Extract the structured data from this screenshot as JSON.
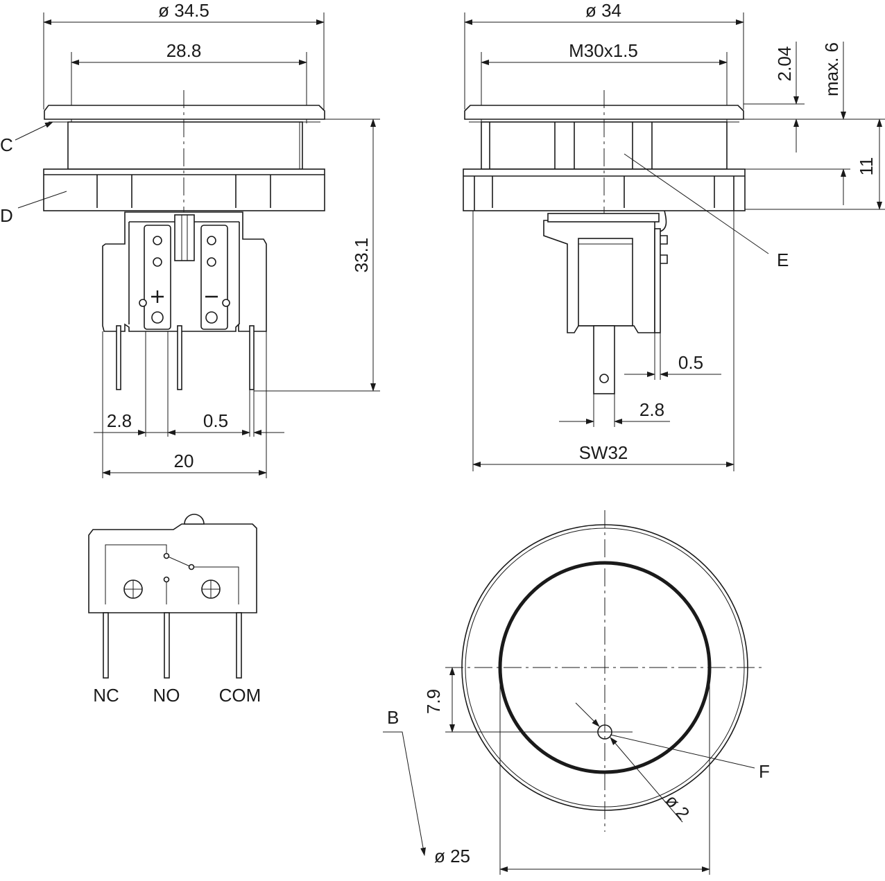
{
  "front_view": {
    "dim_outer_diameter": "ø 34.5",
    "dim_bezel_width": "28.8",
    "dim_height": "33.1",
    "dim_pin_width": "2.8",
    "dim_pin_thickness": "0.5",
    "dim_pin_spacing": "20",
    "label_c": "C",
    "label_d": "D",
    "terminal_plus": "+",
    "terminal_minus": "−"
  },
  "side_view": {
    "dim_outer_diameter": "ø 34",
    "dim_thread": "M30x1.5",
    "dim_button_height": "2.04",
    "dim_max_travel": "max. 6",
    "dim_bezel_height": "11",
    "dim_pin_thickness": "0.5",
    "dim_pin_width": "2.8",
    "dim_wrench_size": "SW32",
    "label_e": "E"
  },
  "schematic": {
    "pin_nc": "NC",
    "pin_no": "NO",
    "pin_com": "COM"
  },
  "top_view": {
    "dim_offset": "7.9",
    "dim_hole": "ø 2",
    "dim_inner_diameter": "ø 25",
    "label_b": "B",
    "label_f": "F"
  }
}
